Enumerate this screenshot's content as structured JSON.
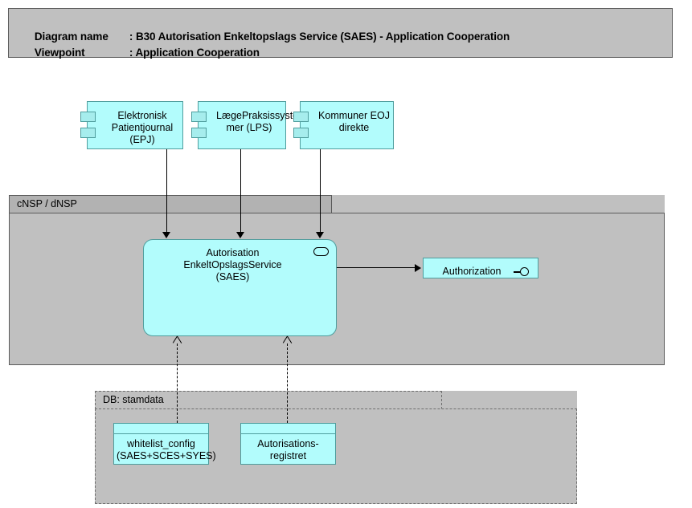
{
  "header": {
    "row1_label": "Diagram name",
    "row1_sep": ": ",
    "row1_value": "B30 Autorisation Enkeltopslags Service (SAES) - Application Cooperation",
    "row2_label": "Viewpoint",
    "row2_sep": ": ",
    "row2_value": "Application Cooperation"
  },
  "colors": {
    "banner_bg": "#c0c0c0",
    "group_bg": "#c0c0c0",
    "group_tab_bg": "#b2b2b2",
    "node_fill": "#b2fcfc",
    "node_border": "#4f9d9d",
    "line": "#000000",
    "page_bg": "#ffffff"
  },
  "components": [
    {
      "id": "epj",
      "label": "Elektronisk\nPatientjournal\n(EPJ)"
    },
    {
      "id": "lps",
      "label": "LægePraksissyste\nmer (LPS)"
    },
    {
      "id": "kommuner",
      "label": "Kommuner EOJ\ndirekte"
    }
  ],
  "groups": {
    "nsp": {
      "label": "cNSP / dNSP"
    },
    "db": {
      "label": "DB: stamdata"
    }
  },
  "service": {
    "label": "Autorisation EnkeltOpslagsService\n(SAES)",
    "icon": "application-service-oval-icon"
  },
  "interface": {
    "label": "Authorization",
    "icon": "provided-interface-lollipop-icon"
  },
  "databases": [
    {
      "id": "whitelist",
      "label": "whitelist_config\n(SAES+SCES+SYES)"
    },
    {
      "id": "autreg",
      "label": "Autorisations-\nregistret"
    }
  ]
}
